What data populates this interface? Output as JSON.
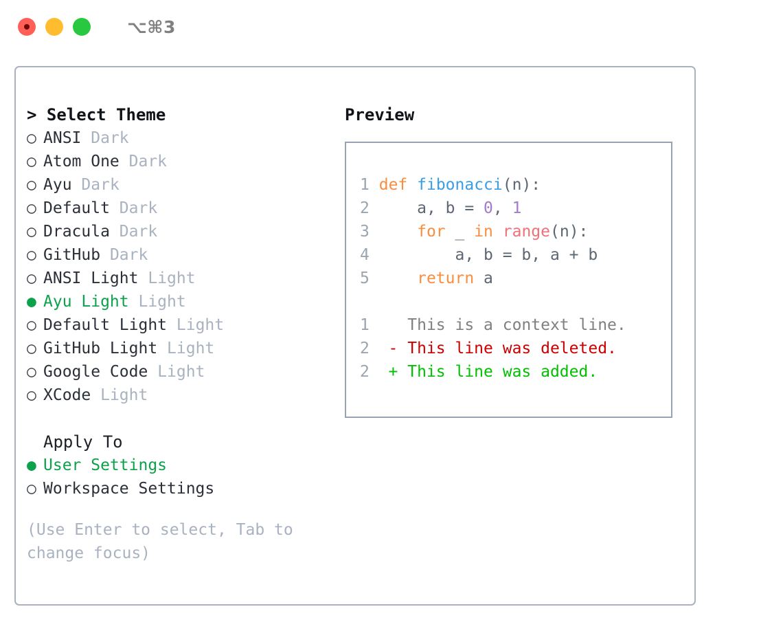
{
  "titlebar": {
    "shortcut": "⌥⌘3",
    "buttons": [
      {
        "name": "close",
        "color": "#FF5F57"
      },
      {
        "name": "minimize",
        "color": "#FEBC2E"
      },
      {
        "name": "maximize",
        "color": "#28C840"
      }
    ]
  },
  "theme_picker": {
    "header": "> Select Theme",
    "bullet_selected": "●",
    "bullet_unselected": "○",
    "items": [
      {
        "name": "ANSI",
        "variant": "Dark",
        "selected": false
      },
      {
        "name": "Atom One",
        "variant": "Dark",
        "selected": false
      },
      {
        "name": "Ayu",
        "variant": "Dark",
        "selected": false
      },
      {
        "name": "Default",
        "variant": "Dark",
        "selected": false
      },
      {
        "name": "Dracula",
        "variant": "Dark",
        "selected": false
      },
      {
        "name": "GitHub",
        "variant": "Dark",
        "selected": false
      },
      {
        "name": "ANSI Light",
        "variant": "Light",
        "selected": false
      },
      {
        "name": "Ayu Light",
        "variant": "Light",
        "selected": true
      },
      {
        "name": "Default Light",
        "variant": "Light",
        "selected": false
      },
      {
        "name": "GitHub Light",
        "variant": "Light",
        "selected": false
      },
      {
        "name": "Google Code",
        "variant": "Light",
        "selected": false
      },
      {
        "name": "XCode",
        "variant": "Light",
        "selected": false
      }
    ]
  },
  "apply_to": {
    "header": "Apply To",
    "items": [
      {
        "label": "User Settings",
        "selected": true
      },
      {
        "label": "Workspace Settings",
        "selected": false
      }
    ]
  },
  "hint": "(Use Enter to select, Tab to change focus)",
  "preview": {
    "title": "Preview",
    "code_lines": [
      {
        "no": "1",
        "tokens": [
          {
            "t": "def",
            "c": "kw"
          },
          {
            "t": " ",
            "c": "pl"
          },
          {
            "t": "fibonacci",
            "c": "fn"
          },
          {
            "t": "(n):",
            "c": "pl"
          }
        ]
      },
      {
        "no": "2",
        "tokens": [
          {
            "t": "    a, b = ",
            "c": "pl"
          },
          {
            "t": "0",
            "c": "num"
          },
          {
            "t": ", ",
            "c": "pl"
          },
          {
            "t": "1",
            "c": "num"
          }
        ]
      },
      {
        "no": "3",
        "tokens": [
          {
            "t": "    ",
            "c": "pl"
          },
          {
            "t": "for",
            "c": "kw"
          },
          {
            "t": " _ ",
            "c": "pl"
          },
          {
            "t": "in",
            "c": "kw"
          },
          {
            "t": " ",
            "c": "pl"
          },
          {
            "t": "range",
            "c": "bi"
          },
          {
            "t": "(n):",
            "c": "pl"
          }
        ]
      },
      {
        "no": "4",
        "tokens": [
          {
            "t": "        a, b = b, a + b",
            "c": "pl"
          }
        ]
      },
      {
        "no": "5",
        "tokens": [
          {
            "t": "    ",
            "c": "pl"
          },
          {
            "t": "return",
            "c": "kw"
          },
          {
            "t": " a",
            "c": "pl"
          }
        ]
      }
    ],
    "diff_lines": [
      {
        "no": "1",
        "marker": " ",
        "text": "This is a context line.",
        "kind": "ctx"
      },
      {
        "no": "2",
        "marker": "-",
        "text": "This line was deleted.",
        "kind": "del"
      },
      {
        "no": "2",
        "marker": "+",
        "text": "This line was added.",
        "kind": "add"
      }
    ]
  },
  "colors": {
    "card_border": "#AAB2BF",
    "code_border": "#98A2B3",
    "selected_green": "#0BA24B",
    "dim_text": "#A9B2C0",
    "keyword_orange": "#FA8D3E",
    "function_blue": "#399EE6",
    "number_purple": "#A37ACC",
    "builtin_red": "#F07178",
    "diff_deleted": "#CC0000",
    "diff_added": "#00C000",
    "line_number": "#9AA5B1"
  }
}
